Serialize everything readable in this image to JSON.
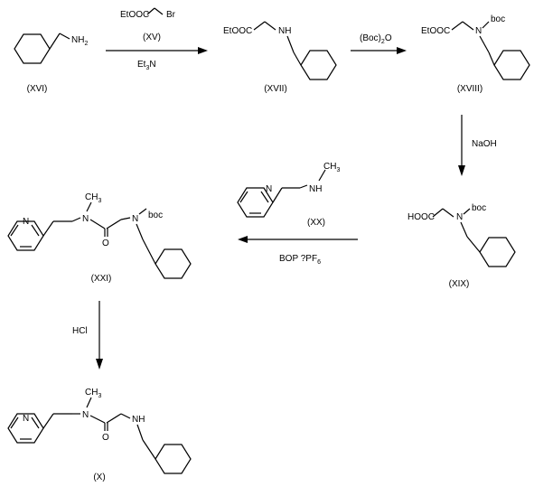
{
  "compounds": {
    "c16": {
      "label": "(XVI)",
      "amine": "NH",
      "amine_sub": "2"
    },
    "c15": {
      "label": "(XV)",
      "ester": "EtOOC",
      "halide": "Br"
    },
    "c17": {
      "label": "(XVII)",
      "ester": "EtOOC",
      "nh": "NH"
    },
    "c18": {
      "label": "(XVIII)",
      "ester": "EtOOC",
      "n": "N",
      "boc": "boc"
    },
    "c19": {
      "label": "(XIX)",
      "acid": "HOOC",
      "n": "N",
      "boc": "boc"
    },
    "c20": {
      "label": "(XX)",
      "n_py": "N",
      "nh": "NH",
      "me": "CH",
      "me_sub": "3"
    },
    "c21": {
      "label": "(XXI)",
      "n_py": "N",
      "n": "N",
      "n2": "N",
      "o": "O",
      "me": "CH",
      "me_sub": "3",
      "boc": "boc"
    },
    "cx": {
      "label": "(X)",
      "n_py": "N",
      "n": "N",
      "nh": "NH",
      "o": "O",
      "me": "CH",
      "me_sub": "3"
    }
  },
  "reagents": {
    "step1_base": "Et",
    "step1_base_sub": "3",
    "step1_base_n": "N",
    "step2": "(Boc)",
    "step2_sub": "2",
    "step2_o": "O",
    "step3": "NaOH",
    "step4": "BOP ?PF",
    "step4_sub": "6",
    "step5": "HCl"
  }
}
